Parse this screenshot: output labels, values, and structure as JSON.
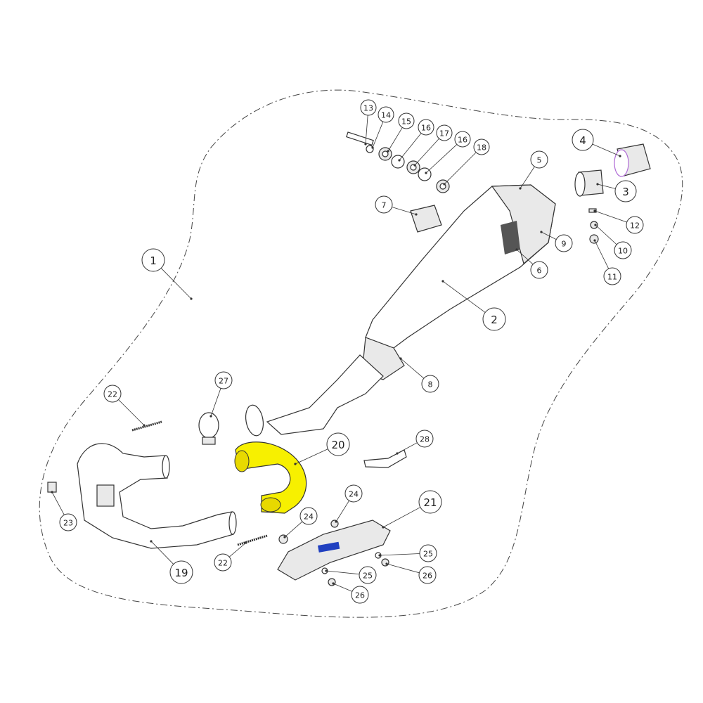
{
  "diagram": {
    "title": "Exhaust system exploded parts view",
    "highlight_color": "#f7f000",
    "callouts": [
      "13",
      "14",
      "15",
      "16",
      "17",
      "16",
      "18",
      "4",
      "5",
      "3",
      "7",
      "12",
      "9",
      "10",
      "6",
      "11",
      "1",
      "2",
      "8",
      "27",
      "22",
      "28",
      "20",
      "21",
      "24",
      "24",
      "23",
      "25",
      "19",
      "22",
      "25",
      "26",
      "26"
    ]
  }
}
